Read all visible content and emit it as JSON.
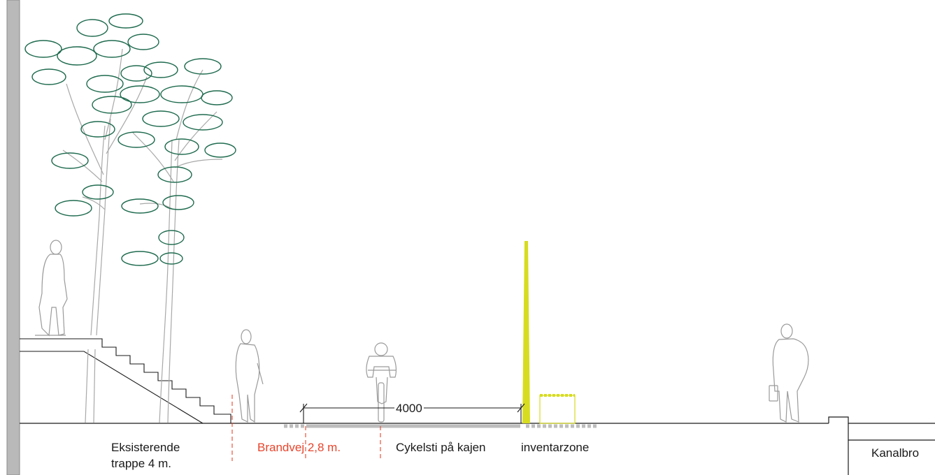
{
  "labels": {
    "existing_stair": [
      "Eksisterende",
      "trappe 4 m."
    ],
    "fire_lane": "Brandvej 2,8 m.",
    "bike_path": "Cykelsti på kajen",
    "furniture_zone": "inventarzone",
    "canal_bridge": "Kanalbro"
  },
  "dimension": {
    "value": "4000"
  },
  "colors": {
    "ground_line": "#1a1a1a",
    "wall": "#9a9a9a",
    "tree_foliage": "#1f6b4f",
    "tree_trunk": "#a8a8a8",
    "figure_outline": "#9a9a9a",
    "lamp_pole": "#d7dc20",
    "fire_lane_marker": "#e8452c",
    "paving_band": "#bdbdbd"
  }
}
